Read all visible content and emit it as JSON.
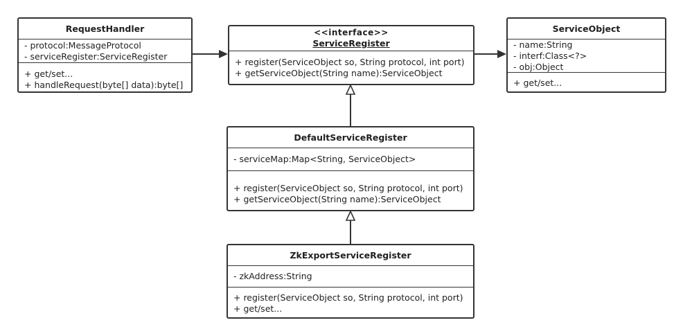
{
  "classes": {
    "request_handler": {
      "name": "RequestHandler",
      "attributes": [
        "- protocol:MessageProtocol",
        "- serviceRegister:ServiceRegister"
      ],
      "methods": [
        "+ get/set...",
        "+ handleRequest(byte[] data):byte[]"
      ]
    },
    "service_register": {
      "stereotype": "<<interface>>",
      "name": "ServiceRegister",
      "methods": [
        "+ register(ServiceObject so, String protocol, int port)",
        "+ getServiceObject(String name):ServiceObject"
      ]
    },
    "service_object": {
      "name": "ServiceObject",
      "attributes": [
        "- name:String",
        "- interf:Class<?>",
        "- obj:Object"
      ],
      "methods": [
        "+ get/set..."
      ]
    },
    "default_service_register": {
      "name": "DefaultServiceRegister",
      "attributes": [
        "- serviceMap:Map<String, ServiceObject>"
      ],
      "methods": [
        "+ register(ServiceObject so, String protocol, int port)",
        "+ getServiceObject(String name):ServiceObject"
      ]
    },
    "zk_export_service_register": {
      "name": "ZkExportServiceRegister",
      "attributes": [
        "- zkAddress:String"
      ],
      "methods": [
        "+ register(ServiceObject so, String protocol, int port)",
        "+ get/set..."
      ]
    }
  },
  "colors": {
    "border": "#333333",
    "text": "#1f1f1f",
    "background": "#ffffff"
  }
}
